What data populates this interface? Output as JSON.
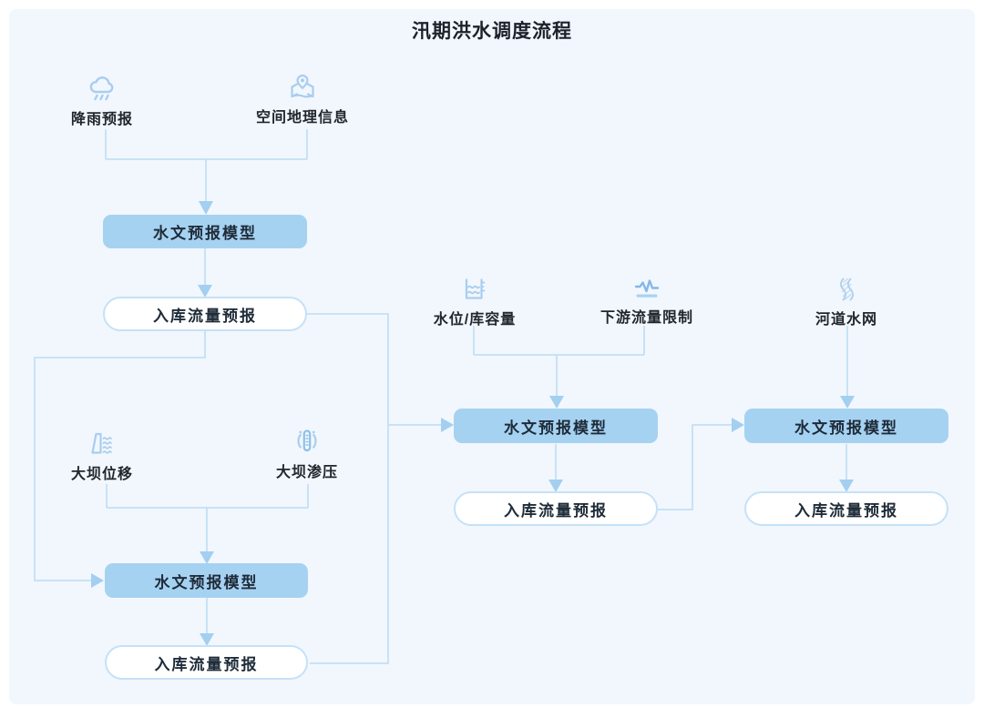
{
  "title": "汛期洪水调度流程",
  "flow": {
    "model_box_label": "水文预报模型",
    "forecast_pill_label": "入库流量预报",
    "sources": {
      "rainfall": {
        "label": "降雨预报",
        "icon": "rain-cloud-icon"
      },
      "geo_info": {
        "label": "空间地理信息",
        "icon": "map-pin-icon"
      },
      "dam_displacement": {
        "label": "大坝位移",
        "icon": "dam-water-icon"
      },
      "dam_seepage": {
        "label": "大坝渗压",
        "icon": "seepage-gauge-icon"
      },
      "water_level": {
        "label": "水位/库容量",
        "icon": "water-level-icon"
      },
      "downstream_limit": {
        "label": "下游流量限制",
        "icon": "flow-pulse-icon"
      },
      "river_network": {
        "label": "河道水网",
        "icon": "river-waves-icon"
      }
    }
  },
  "colors": {
    "panel_bg": "#f1f7fd",
    "model_box_fill": "#a6d2f2",
    "pill_border": "#c5e1f7",
    "connector_line": "#bedcf4",
    "arrow_fill": "#a3cff0",
    "icon_light": "#a9cdf0",
    "icon_accent": "#86b7e7",
    "text": "#22262c"
  }
}
